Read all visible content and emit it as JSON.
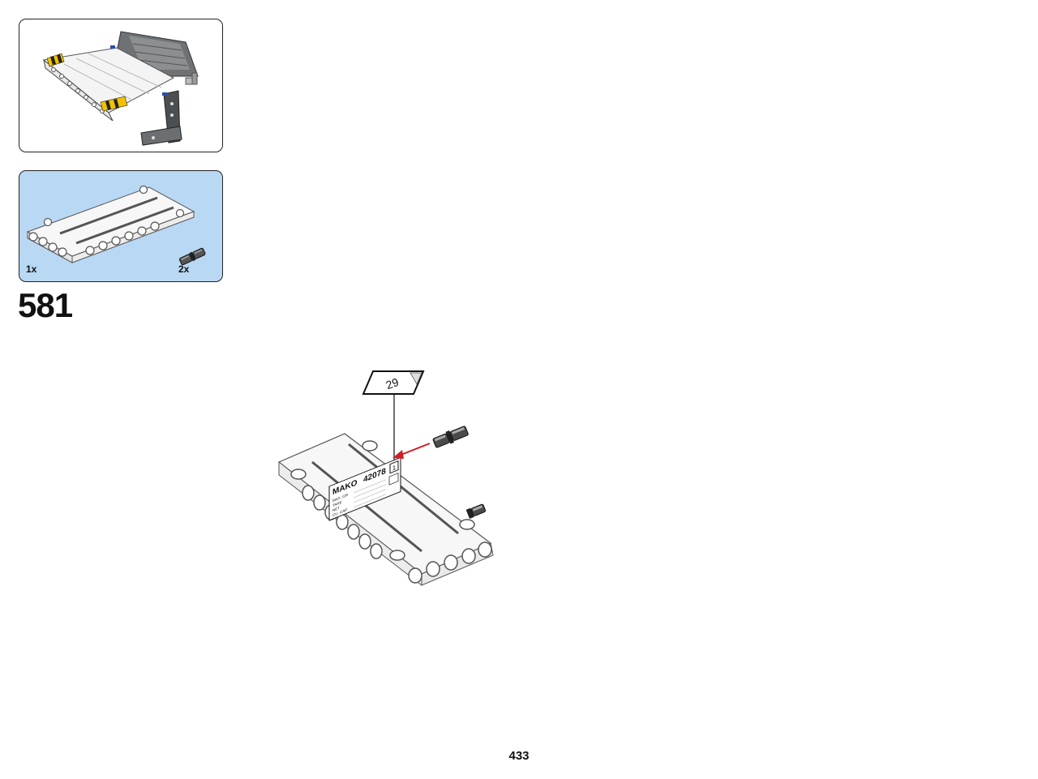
{
  "step": {
    "number": "581"
  },
  "page": {
    "number": "433"
  },
  "parts_list": [
    {
      "part": "technic panel",
      "quantity": "1x"
    },
    {
      "part": "connector pin",
      "quantity": "2x"
    }
  ],
  "sticker": {
    "number": "29",
    "title": "MAKO",
    "code": "42078",
    "box": "1",
    "rows": [
      "MAX. GR",
      "TARE",
      "NET",
      "CU. CAP"
    ]
  },
  "colors": {
    "parts_panel_bg": "#b9d8f3",
    "arrow": "#d01f26",
    "hazard_yellow": "#f2c200"
  }
}
